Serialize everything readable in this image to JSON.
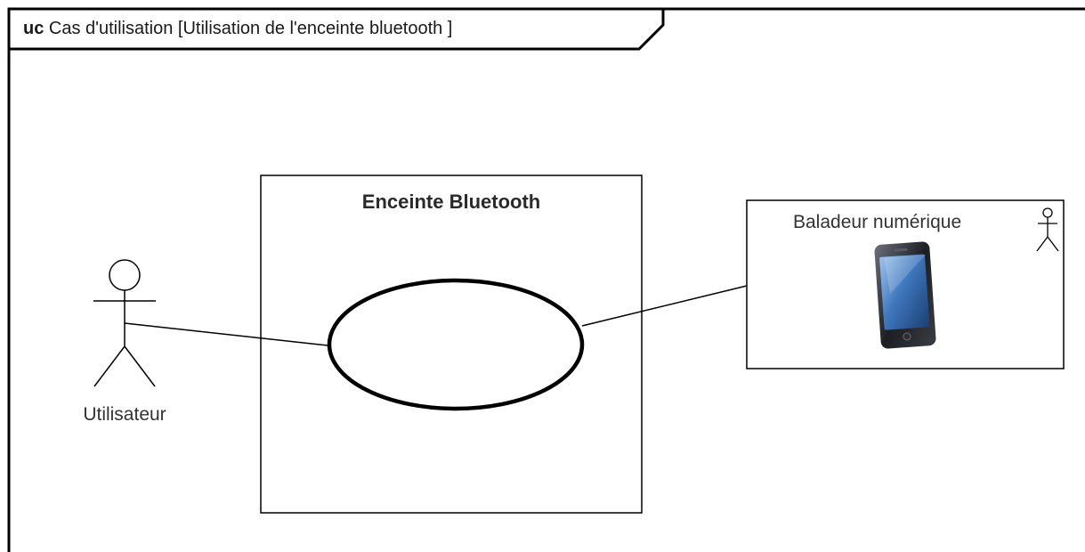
{
  "frame": {
    "keyword": "uc",
    "title": "Cas d'utilisation [Utilisation de l'enceinte bluetooth ]"
  },
  "system_boundary": {
    "title": "Enceinte Bluetooth"
  },
  "actors": {
    "user": {
      "label": "Utilisateur"
    },
    "device": {
      "label": "Baladeur numérique",
      "icon": "smartphone-icon"
    }
  },
  "colors": {
    "line": "#000000",
    "phone_screen": "#2f5f9e"
  }
}
